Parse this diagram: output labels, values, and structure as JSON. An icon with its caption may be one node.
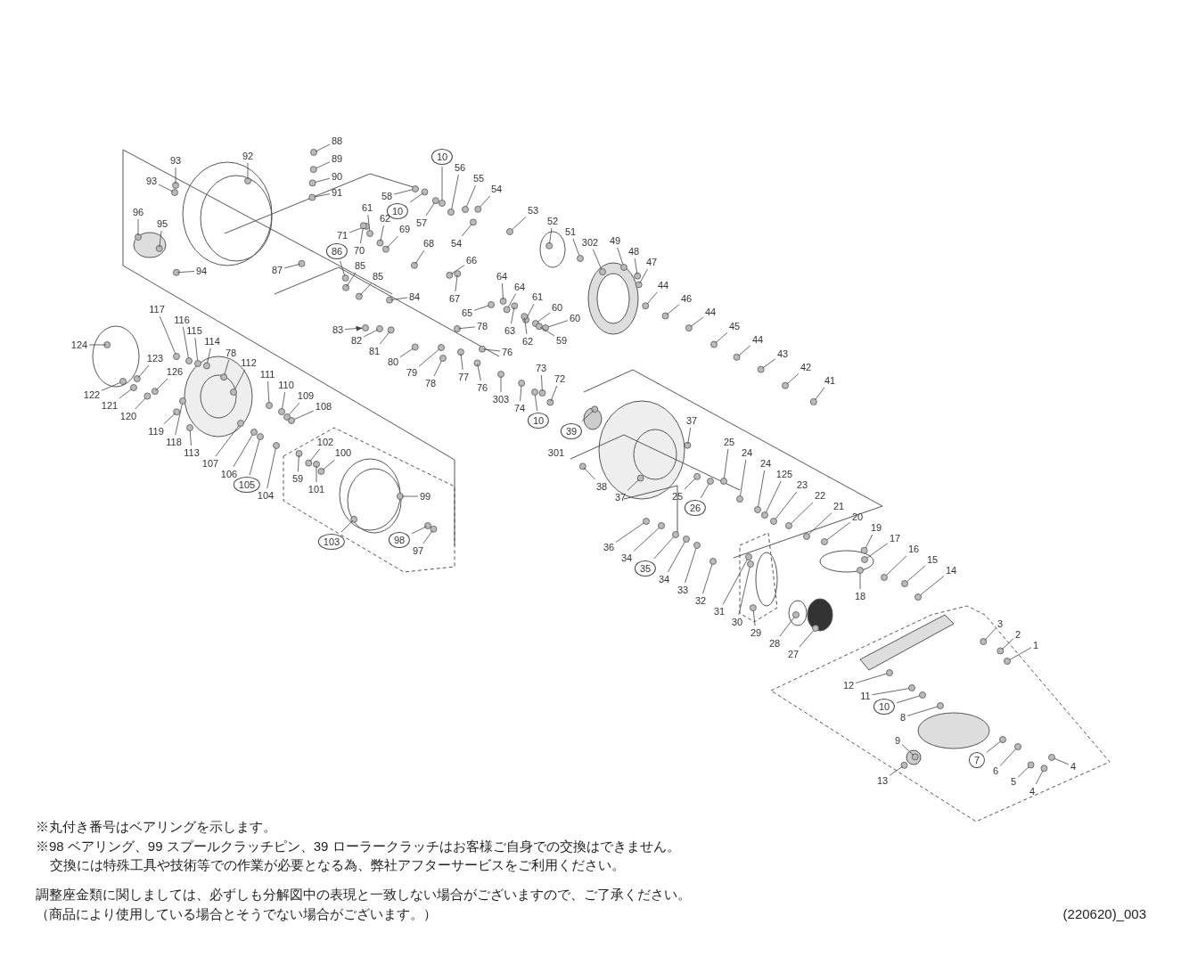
{
  "diagram": {
    "nodes": [
      {
        "text": [
          "93"
        ]
      },
      {
        "text": [
          "93"
        ]
      },
      {
        "text": [
          "92"
        ]
      },
      {
        "text": [
          "88"
        ]
      },
      {
        "text": [
          "89"
        ]
      },
      {
        "text": [
          "90"
        ]
      },
      {
        "text": [
          "91"
        ]
      },
      {
        "text": [
          "96"
        ]
      },
      {
        "text": [
          "95"
        ]
      },
      {
        "text": [
          "94"
        ]
      },
      {
        "text": [
          "10"
        ]
      },
      {
        "text": [
          "56"
        ]
      },
      {
        "text": [
          "55"
        ]
      },
      {
        "text": [
          "54"
        ]
      },
      {
        "text": [
          "58"
        ]
      },
      {
        "text": [
          "10"
        ]
      },
      {
        "text": [
          "57"
        ]
      },
      {
        "text": [
          "54"
        ]
      },
      {
        "text": [
          "53"
        ]
      },
      {
        "text": [
          "52"
        ]
      },
      {
        "text": [
          "51"
        ]
      },
      {
        "text": [
          "302"
        ]
      },
      {
        "text": [
          "49"
        ]
      },
      {
        "text": [
          "48"
        ]
      },
      {
        "text": [
          "47"
        ]
      },
      {
        "text": [
          "61"
        ]
      },
      {
        "text": [
          "62"
        ]
      },
      {
        "text": [
          "71"
        ]
      },
      {
        "text": [
          "70"
        ]
      },
      {
        "text": [
          "69"
        ]
      },
      {
        "text": [
          "68"
        ]
      },
      {
        "text": [
          "66"
        ]
      },
      {
        "text": [
          "67"
        ]
      },
      {
        "text": [
          "64"
        ]
      },
      {
        "text": [
          "64"
        ]
      },
      {
        "text": [
          "65"
        ]
      },
      {
        "text": [
          "63"
        ]
      },
      {
        "text": [
          "61"
        ]
      },
      {
        "text": [
          "62"
        ]
      },
      {
        "text": [
          "60"
        ]
      },
      {
        "text": [
          "60"
        ]
      },
      {
        "text": [
          "59"
        ]
      },
      {
        "text": [
          "44"
        ]
      },
      {
        "text": [
          "46"
        ]
      },
      {
        "text": [
          "44"
        ]
      },
      {
        "text": [
          "45"
        ]
      },
      {
        "text": [
          "44"
        ]
      },
      {
        "text": [
          "43"
        ]
      },
      {
        "text": [
          "42"
        ]
      },
      {
        "text": [
          "41"
        ]
      },
      {
        "text": [
          "87"
        ]
      },
      {
        "text": [
          "86"
        ]
      },
      {
        "text": [
          "85"
        ]
      },
      {
        "text": [
          "85"
        ]
      },
      {
        "text": [
          "84"
        ]
      },
      {
        "text": [
          "83"
        ]
      },
      {
        "text": [
          "82"
        ]
      },
      {
        "text": [
          "81"
        ]
      },
      {
        "text": [
          "80"
        ]
      },
      {
        "text": [
          "79"
        ]
      },
      {
        "text": [
          "78"
        ]
      },
      {
        "text": [
          "76"
        ]
      },
      {
        "text": [
          "78"
        ]
      },
      {
        "text": [
          "77"
        ]
      },
      {
        "text": [
          "76"
        ]
      },
      {
        "text": [
          "303"
        ]
      },
      {
        "text": [
          "74"
        ]
      },
      {
        "text": [
          "10"
        ]
      },
      {
        "text": [
          "73"
        ]
      },
      {
        "text": [
          "72"
        ]
      },
      {
        "text": [
          "124"
        ]
      },
      {
        "text": [
          "117"
        ]
      },
      {
        "text": [
          "116"
        ]
      },
      {
        "text": [
          "115"
        ]
      },
      {
        "text": [
          "114"
        ]
      },
      {
        "text": [
          "78"
        ]
      },
      {
        "text": [
          "112"
        ]
      },
      {
        "text": [
          "123"
        ]
      },
      {
        "text": [
          "126"
        ]
      },
      {
        "text": [
          "122"
        ]
      },
      {
        "text": [
          "121"
        ]
      },
      {
        "text": [
          "120"
        ]
      },
      {
        "text": [
          "119"
        ]
      },
      {
        "text": [
          "118"
        ]
      },
      {
        "text": [
          "113"
        ]
      },
      {
        "text": [
          "111"
        ]
      },
      {
        "text": [
          "110"
        ]
      },
      {
        "text": [
          "109"
        ]
      },
      {
        "text": [
          "108"
        ]
      },
      {
        "text": [
          "107"
        ]
      },
      {
        "text": [
          "106"
        ]
      },
      {
        "text": [
          "105"
        ]
      },
      {
        "text": [
          "104"
        ]
      },
      {
        "text": [
          "102"
        ]
      },
      {
        "text": [
          "100"
        ]
      },
      {
        "text": [
          "59"
        ]
      },
      {
        "text": [
          "101"
        ]
      },
      {
        "text": [
          "99"
        ]
      },
      {
        "text": [
          "98"
        ]
      },
      {
        "text": [
          "97"
        ]
      },
      {
        "text": [
          "103"
        ]
      },
      {
        "text": [
          "37"
        ]
      },
      {
        "text": [
          "39"
        ]
      },
      {
        "text": [
          "301"
        ]
      },
      {
        "text": [
          "38"
        ]
      },
      {
        "text": [
          "37"
        ]
      },
      {
        "text": [
          "25"
        ]
      },
      {
        "text": [
          "24"
        ]
      },
      {
        "text": [
          "24"
        ]
      },
      {
        "text": [
          "125"
        ]
      },
      {
        "text": [
          "23"
        ]
      },
      {
        "text": [
          "22"
        ]
      },
      {
        "text": [
          "21"
        ]
      },
      {
        "text": [
          "20"
        ]
      },
      {
        "text": [
          "19"
        ]
      },
      {
        "text": [
          "17"
        ]
      },
      {
        "text": [
          "16"
        ]
      },
      {
        "text": [
          "15"
        ]
      },
      {
        "text": [
          "14"
        ]
      },
      {
        "text": [
          "18"
        ]
      },
      {
        "text": [
          "25"
        ]
      },
      {
        "text": [
          "26"
        ]
      },
      {
        "text": [
          "36"
        ]
      },
      {
        "text": [
          "34"
        ]
      },
      {
        "text": [
          "35"
        ]
      },
      {
        "text": [
          "34"
        ]
      },
      {
        "text": [
          "33"
        ]
      },
      {
        "text": [
          "32"
        ]
      },
      {
        "text": [
          "31"
        ]
      },
      {
        "text": [
          "30"
        ]
      },
      {
        "text": [
          "29"
        ]
      },
      {
        "text": [
          "28"
        ]
      },
      {
        "text": [
          "27"
        ]
      },
      {
        "text": [
          "3"
        ]
      },
      {
        "text": [
          "2"
        ]
      },
      {
        "text": [
          "1"
        ]
      },
      {
        "text": [
          "12"
        ]
      },
      {
        "text": [
          "11"
        ]
      },
      {
        "text": [
          "10"
        ]
      },
      {
        "text": [
          "8"
        ]
      },
      {
        "text": [
          "9"
        ]
      },
      {
        "text": [
          "7"
        ]
      },
      {
        "text": [
          "6"
        ]
      },
      {
        "text": [
          "5"
        ]
      },
      {
        "text": [
          "4"
        ]
      },
      {
        "text": [
          "4"
        ]
      },
      {
        "text": [
          "13"
        ]
      },
      {
        "text": [],
        "shape": "circle"
      },
      {
        "text": [],
        "shape": "circle"
      },
      {
        "text": [],
        "shape": "circle"
      },
      {
        "text": [],
        "shape": "circle"
      },
      {
        "text": [],
        "shape": "circle"
      },
      {
        "text": [],
        "shape": "circle"
      },
      {
        "text": [],
        "shape": "circle"
      },
      {
        "text": [],
        "shape": "circle"
      },
      {
        "text": [],
        "shape": "circle"
      },
      {
        "text": [],
        "shape": "circle"
      },
      {
        "text": [],
        "shape": "circle"
      },
      {
        "text": [],
        "shape": "circle"
      },
      {
        "text": [],
        "shape": "circle"
      },
      {
        "text": [],
        "shape": "circle"
      },
      {
        "text": [],
        "shape": "circle"
      },
      {
        "text": [],
        "shape": "circle"
      },
      {
        "text": [],
        "shape": "circle"
      },
      {
        "text": [],
        "shape": "circle"
      },
      {
        "text": [],
        "shape": "circle"
      },
      {
        "text": [],
        "shape": "circle"
      },
      {
        "text": [],
        "shape": "circle"
      },
      {
        "text": [],
        "shape": "circle"
      },
      {
        "text": [],
        "shape": "circle"
      },
      {
        "text": [],
        "shape": "circle"
      },
      {
        "text": [],
        "shape": "circle"
      },
      {
        "text": [],
        "shape": "circle"
      },
      {
        "text": [],
        "shape": "circle"
      },
      {
        "text": [],
        "shape": "circle"
      },
      {
        "text": [],
        "shape": "circle"
      },
      {
        "text": [],
        "shape": "circle"
      },
      {
        "text": [],
        "shape": "circle"
      },
      {
        "text": [],
        "shape": "circle"
      },
      {
        "text": [],
        "shape": "circle"
      },
      {
        "text": [],
        "shape": "circle"
      },
      {
        "text": [],
        "shape": "circle"
      },
      {
        "text": [],
        "shape": "circle"
      },
      {
        "text": [],
        "shape": "circle"
      },
      {
        "text": [],
        "shape": "circle"
      },
      {
        "text": [],
        "shape": "circle"
      },
      {
        "text": [],
        "shape": "circle"
      },
      {
        "text": [],
        "shape": "circle"
      },
      {
        "text": [],
        "shape": "circle"
      },
      {
        "text": [],
        "shape": "circle"
      },
      {
        "text": [],
        "shape": "circle"
      },
      {
        "text": [],
        "shape": "circle"
      },
      {
        "text": [],
        "shape": "circle"
      },
      {
        "text": [],
        "shape": "circle"
      },
      {
        "text": [],
        "shape": "circle"
      },
      {
        "text": [],
        "shape": "circle"
      },
      {
        "text": [],
        "shape": "circle"
      },
      {
        "text": [],
        "shape": "circle"
      },
      {
        "text": [],
        "shape": "circle"
      },
      {
        "text": [],
        "shape": "circle"
      },
      {
        "text": [],
        "shape": "circle"
      },
      {
        "text": [],
        "shape": "circle"
      },
      {
        "text": [],
        "shape": "circle"
      },
      {
        "text": [],
        "shape": "circle"
      },
      {
        "text": [],
        "shape": "circle"
      },
      {
        "text": [],
        "shape": "circle"
      },
      {
        "text": [],
        "shape": "circle"
      },
      {
        "text": [],
        "shape": "circle"
      },
      {
        "text": [],
        "shape": "circle"
      },
      {
        "text": [],
        "shape": "circle"
      },
      {
        "text": [],
        "shape": "circle"
      },
      {
        "text": [],
        "shape": "circle"
      },
      {
        "text": [],
        "shape": "circle"
      },
      {
        "text": [],
        "shape": "circle"
      },
      {
        "text": [],
        "shape": "circle"
      },
      {
        "text": [],
        "shape": "circle"
      },
      {
        "text": [],
        "shape": "circle"
      },
      {
        "text": [],
        "shape": "circle"
      },
      {
        "text": [],
        "shape": "circle"
      },
      {
        "text": [],
        "shape": "circle"
      },
      {
        "text": [],
        "shape": "circle"
      },
      {
        "text": [],
        "shape": "circle"
      },
      {
        "text": [],
        "shape": "circle"
      },
      {
        "text": [],
        "shape": "circle"
      },
      {
        "text": [],
        "shape": "circle"
      },
      {
        "text": [],
        "shape": "circle"
      },
      {
        "text": [],
        "shape": "circle"
      },
      {
        "text": [],
        "shape": "circle"
      },
      {
        "text": [],
        "shape": "circle"
      },
      {
        "text": [],
        "shape": "circle"
      },
      {
        "text": [],
        "shape": "circle"
      },
      {
        "text": [],
        "shape": "circle"
      },
      {
        "text": [],
        "shape": "circle"
      },
      {
        "text": [],
        "shape": "circle"
      },
      {
        "text": [],
        "shape": "circle"
      },
      {
        "text": [],
        "shape": "circle"
      },
      {
        "text": [],
        "shape": "circle"
      },
      {
        "text": [],
        "shape": "circle"
      },
      {
        "text": [],
        "shape": "circle"
      },
      {
        "text": [],
        "shape": "circle"
      },
      {
        "text": [],
        "shape": "circle"
      },
      {
        "text": [],
        "shape": "circle"
      },
      {
        "text": [],
        "shape": "circle"
      },
      {
        "text": [],
        "shape": "circle"
      },
      {
        "text": [],
        "shape": "circle"
      },
      {
        "text": [],
        "shape": "circle"
      },
      {
        "text": [],
        "shape": "circle"
      },
      {
        "text": [],
        "shape": "circle"
      },
      {
        "text": [],
        "shape": "circle"
      },
      {
        "text": [],
        "shape": "circle"
      },
      {
        "text": [],
        "shape": "circle"
      },
      {
        "text": [],
        "shape": "circle"
      },
      {
        "text": [],
        "shape": "circle"
      },
      {
        "text": [],
        "shape": "circle"
      },
      {
        "text": [],
        "shape": "circle"
      },
      {
        "text": [],
        "shape": "circle"
      },
      {
        "text": [],
        "shape": "circle"
      },
      {
        "text": [],
        "shape": "circle"
      },
      {
        "text": [],
        "shape": "circle"
      },
      {
        "text": [],
        "shape": "circle"
      },
      {
        "text": [],
        "shape": "circle"
      },
      {
        "text": [],
        "shape": "circle"
      },
      {
        "text": [],
        "shape": "circle"
      },
      {
        "text": [],
        "shape": "circle"
      },
      {
        "text": [],
        "shape": "circle"
      },
      {
        "text": [],
        "shape": "circle"
      },
      {
        "text": [],
        "shape": "circle"
      },
      {
        "text": [],
        "shape": "circle"
      },
      {
        "text": [],
        "shape": "circle"
      },
      {
        "text": [],
        "shape": "circle"
      },
      {
        "text": [],
        "shape": "circle"
      },
      {
        "text": [],
        "shape": "circle"
      },
      {
        "text": [],
        "shape": "circle"
      },
      {
        "text": [],
        "shape": "circle"
      },
      {
        "text": [],
        "shape": "circle"
      },
      {
        "text": [],
        "shape": "circle"
      },
      {
        "text": [],
        "shape": "circle"
      },
      {
        "text": [],
        "shape": "circle"
      },
      {
        "text": [],
        "shape": "circle"
      },
      {
        "text": [],
        "shape": "circle"
      },
      {
        "text": [],
        "shape": "circle"
      },
      {
        "text": [],
        "shape": "circle"
      },
      {
        "text": [],
        "shape": "circle"
      },
      {
        "text": [],
        "shape": "circle"
      },
      {
        "text": [],
        "shape": "circle"
      },
      {
        "text": [],
        "shape": "circle"
      },
      {
        "text": [],
        "shape": "circle"
      },
      {
        "text": [],
        "shape": "circle"
      },
      {
        "text": [],
        "shape": "circle"
      },
      {
        "text": [],
        "shape": "circle"
      },
      {
        "text": [],
        "shape": "circle"
      },
      {
        "text": [],
        "shape": "circle"
      },
      {
        "text": [],
        "shape": "circle"
      }
    ],
    "edges": [
      {
        "from": 0,
        "to": 147,
        "arrow": "none"
      },
      {
        "from": 1,
        "to": 148,
        "arrow": "none"
      },
      {
        "from": 2,
        "to": 149,
        "arrow": "none"
      },
      {
        "from": 3,
        "to": 150,
        "arrow": "none"
      },
      {
        "from": 4,
        "to": 151,
        "arrow": "none"
      },
      {
        "from": 5,
        "to": 152,
        "arrow": "none"
      },
      {
        "from": 6,
        "to": 153,
        "arrow": "none"
      },
      {
        "from": 7,
        "to": 154,
        "arrow": "none"
      },
      {
        "from": 8,
        "to": 155,
        "arrow": "none"
      },
      {
        "from": 9,
        "to": 156,
        "arrow": "none"
      },
      {
        "from": 10,
        "to": 157,
        "arrow": "none"
      },
      {
        "from": 11,
        "to": 158,
        "arrow": "none"
      },
      {
        "from": 12,
        "to": 159,
        "arrow": "none"
      },
      {
        "from": 13,
        "to": 160,
        "arrow": "none"
      },
      {
        "from": 14,
        "to": 161,
        "arrow": "none"
      },
      {
        "from": 15,
        "to": 162,
        "arrow": "none"
      },
      {
        "from": 16,
        "to": 163,
        "arrow": "none"
      },
      {
        "from": 17,
        "to": 164,
        "arrow": "none"
      },
      {
        "from": 18,
        "to": 165,
        "arrow": "none"
      },
      {
        "from": 19,
        "to": 166,
        "arrow": "none"
      },
      {
        "from": 20,
        "to": 167,
        "arrow": "none"
      },
      {
        "from": 21,
        "to": 168,
        "arrow": "none"
      },
      {
        "from": 22,
        "to": 169,
        "arrow": "none"
      },
      {
        "from": 23,
        "to": 170,
        "arrow": "none"
      },
      {
        "from": 24,
        "to": 171,
        "arrow": "none"
      },
      {
        "from": 25,
        "to": 172,
        "arrow": "none"
      },
      {
        "from": 26,
        "to": 173,
        "arrow": "none"
      },
      {
        "from": 27,
        "to": 174,
        "arrow": "none"
      },
      {
        "from": 28,
        "to": 175,
        "arrow": "none"
      },
      {
        "from": 29,
        "to": 176,
        "arrow": "none"
      },
      {
        "from": 30,
        "to": 177,
        "arrow": "none"
      },
      {
        "from": 31,
        "to": 178,
        "arrow": "none"
      },
      {
        "from": 32,
        "to": 179,
        "arrow": "none"
      },
      {
        "from": 33,
        "to": 180,
        "arrow": "none"
      },
      {
        "from": 34,
        "to": 181,
        "arrow": "none"
      },
      {
        "from": 35,
        "to": 182,
        "arrow": "none"
      },
      {
        "from": 36,
        "to": 183,
        "arrow": "none"
      },
      {
        "from": 37,
        "to": 184,
        "arrow": "none"
      },
      {
        "from": 38,
        "to": 185,
        "arrow": "none"
      },
      {
        "from": 39,
        "to": 186,
        "arrow": "none"
      },
      {
        "from": 40,
        "to": 187,
        "arrow": "none"
      },
      {
        "from": 41,
        "to": 188,
        "arrow": "none"
      },
      {
        "from": 42,
        "to": 189,
        "arrow": "none"
      },
      {
        "from": 43,
        "to": 190,
        "arrow": "none"
      },
      {
        "from": 44,
        "to": 191,
        "arrow": "none"
      },
      {
        "from": 45,
        "to": 192,
        "arrow": "none"
      },
      {
        "from": 46,
        "to": 193,
        "arrow": "none"
      },
      {
        "from": 47,
        "to": 194,
        "arrow": "none"
      },
      {
        "from": 48,
        "to": 195,
        "arrow": "none"
      },
      {
        "from": 49,
        "to": 196,
        "arrow": "none"
      },
      {
        "from": 50,
        "to": 197,
        "arrow": "none"
      },
      {
        "from": 51,
        "to": 198,
        "arrow": "none"
      },
      {
        "from": 52,
        "to": 199,
        "arrow": "none"
      },
      {
        "from": 53,
        "to": 200,
        "arrow": "none"
      },
      {
        "from": 54,
        "to": 201,
        "arrow": "none"
      },
      {
        "from": 55,
        "to": 202,
        "arrow": "to"
      },
      {
        "from": 56,
        "to": 203,
        "arrow": "none"
      },
      {
        "from": 57,
        "to": 204,
        "arrow": "none"
      },
      {
        "from": 58,
        "to": 205,
        "arrow": "none"
      },
      {
        "from": 59,
        "to": 206,
        "arrow": "none"
      },
      {
        "from": 60,
        "to": 207,
        "arrow": "none"
      },
      {
        "from": 61,
        "to": 208,
        "arrow": "none"
      },
      {
        "from": 62,
        "to": 209,
        "arrow": "none"
      },
      {
        "from": 63,
        "to": 210,
        "arrow": "none"
      },
      {
        "from": 64,
        "to": 211,
        "arrow": "none"
      },
      {
        "from": 65,
        "to": 212,
        "arrow": "none"
      },
      {
        "from": 66,
        "to": 213,
        "arrow": "none"
      },
      {
        "from": 67,
        "to": 214,
        "arrow": "none"
      },
      {
        "from": 68,
        "to": 215,
        "arrow": "none"
      },
      {
        "from": 69,
        "to": 216,
        "arrow": "none"
      },
      {
        "from": 70,
        "to": 217,
        "arrow": "none"
      },
      {
        "from": 71,
        "to": 218,
        "arrow": "none"
      },
      {
        "from": 72,
        "to": 219,
        "arrow": "none"
      },
      {
        "from": 73,
        "to": 220,
        "arrow": "none"
      },
      {
        "from": 74,
        "to": 221,
        "arrow": "none"
      },
      {
        "from": 75,
        "to": 222,
        "arrow": "none"
      },
      {
        "from": 76,
        "to": 223,
        "arrow": "none"
      },
      {
        "from": 77,
        "to": 224,
        "arrow": "none"
      },
      {
        "from": 78,
        "to": 225,
        "arrow": "none"
      },
      {
        "from": 79,
        "to": 226,
        "arrow": "none"
      },
      {
        "from": 80,
        "to": 227,
        "arrow": "none"
      },
      {
        "from": 81,
        "to": 228,
        "arrow": "none"
      },
      {
        "from": 82,
        "to": 229,
        "arrow": "none"
      },
      {
        "from": 83,
        "to": 230,
        "arrow": "none"
      },
      {
        "from": 84,
        "to": 231,
        "arrow": "none"
      },
      {
        "from": 85,
        "to": 232,
        "arrow": "none"
      },
      {
        "from": 86,
        "to": 233,
        "arrow": "none"
      },
      {
        "from": 87,
        "to": 234,
        "arrow": "none"
      },
      {
        "from": 88,
        "to": 235,
        "arrow": "none"
      },
      {
        "from": 89,
        "to": 236,
        "arrow": "none"
      },
      {
        "from": 90,
        "to": 237,
        "arrow": "none"
      },
      {
        "from": 91,
        "to": 238,
        "arrow": "none"
      },
      {
        "from": 92,
        "to": 239,
        "arrow": "none"
      },
      {
        "from": 93,
        "to": 240,
        "arrow": "none"
      },
      {
        "from": 94,
        "to": 241,
        "arrow": "none"
      },
      {
        "from": 95,
        "to": 242,
        "arrow": "none"
      },
      {
        "from": 96,
        "to": 243,
        "arrow": "none"
      },
      {
        "from": 97,
        "to": 244,
        "arrow": "none"
      },
      {
        "from": 98,
        "to": 245,
        "arrow": "none"
      },
      {
        "from": 99,
        "to": 246,
        "arrow": "none"
      },
      {
        "from": 100,
        "to": 247,
        "arrow": "none"
      },
      {
        "from": 101,
        "to": 248,
        "arrow": "none"
      },
      {
        "from": 102,
        "to": 249,
        "arrow": "none"
      },
      {
        "from": 104,
        "to": 250,
        "arrow": "none"
      },
      {
        "from": 105,
        "to": 251,
        "arrow": "none"
      },
      {
        "from": 106,
        "to": 252,
        "arrow": "none"
      },
      {
        "from": 107,
        "to": 253,
        "arrow": "none"
      },
      {
        "from": 108,
        "to": 254,
        "arrow": "none"
      },
      {
        "from": 109,
        "to": 255,
        "arrow": "none"
      },
      {
        "from": 110,
        "to": 256,
        "arrow": "none"
      },
      {
        "from": 111,
        "to": 257,
        "arrow": "none"
      },
      {
        "from": 112,
        "to": 258,
        "arrow": "none"
      },
      {
        "from": 113,
        "to": 259,
        "arrow": "none"
      },
      {
        "from": 114,
        "to": 260,
        "arrow": "none"
      },
      {
        "from": 115,
        "to": 261,
        "arrow": "none"
      },
      {
        "from": 116,
        "to": 262,
        "arrow": "none"
      },
      {
        "from": 117,
        "to": 263,
        "arrow": "none"
      },
      {
        "from": 118,
        "to": 264,
        "arrow": "none"
      },
      {
        "from": 119,
        "to": 265,
        "arrow": "none"
      },
      {
        "from": 120,
        "to": 266,
        "arrow": "none"
      },
      {
        "from": 121,
        "to": 267,
        "arrow": "none"
      },
      {
        "from": 122,
        "to": 268,
        "arrow": "none"
      },
      {
        "from": 123,
        "to": 269,
        "arrow": "none"
      },
      {
        "from": 124,
        "to": 270,
        "arrow": "none"
      },
      {
        "from": 125,
        "to": 271,
        "arrow": "none"
      },
      {
        "from": 126,
        "to": 272,
        "arrow": "none"
      },
      {
        "from": 127,
        "to": 273,
        "arrow": "none"
      },
      {
        "from": 128,
        "to": 274,
        "arrow": "none"
      },
      {
        "from": 129,
        "to": 275,
        "arrow": "none"
      },
      {
        "from": 130,
        "to": 276,
        "arrow": "none"
      },
      {
        "from": 131,
        "to": 277,
        "arrow": "none"
      },
      {
        "from": 132,
        "to": 278,
        "arrow": "none"
      },
      {
        "from": 133,
        "to": 279,
        "arrow": "none"
      },
      {
        "from": 134,
        "to": 280,
        "arrow": "none"
      },
      {
        "from": 135,
        "to": 281,
        "arrow": "none"
      },
      {
        "from": 136,
        "to": 282,
        "arrow": "none"
      },
      {
        "from": 137,
        "to": 283,
        "arrow": "none"
      },
      {
        "from": 138,
        "to": 284,
        "arrow": "none"
      },
      {
        "from": 139,
        "to": 285,
        "arrow": "none"
      },
      {
        "from": 140,
        "to": 286,
        "arrow": "none"
      },
      {
        "from": 141,
        "to": 287,
        "arrow": "none"
      },
      {
        "from": 142,
        "to": 288,
        "arrow": "none"
      },
      {
        "from": 143,
        "to": 289,
        "arrow": "none"
      },
      {
        "from": 144,
        "to": 290,
        "arrow": "none"
      },
      {
        "from": 145,
        "to": 291,
        "arrow": "none"
      },
      {
        "from": 146,
        "to": 292,
        "arrow": "none"
      }
    ],
    "labels": [
      "※丸付き番号はベアリングを示します。",
      "※98 ベアリング、99 スプールクラッチピン、39 ローラークラッチはお客様ご自身での交換はできません。",
      "交換には特殊工具や技術等での作業が必要となる為、弊社アフターサービスをご利用ください。",
      "調整座金類に関しましては、必ずしも分解図中の表現と一致しない場合がございますので、ご了承ください。",
      "（商品により使用している場合とそうでない場合がございます。）",
      "(220620)_003"
    ]
  }
}
